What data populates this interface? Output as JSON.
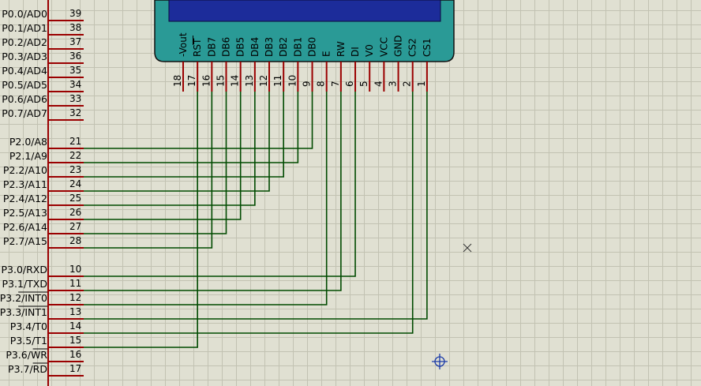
{
  "mcu": {
    "port0": [
      {
        "label": "P0.0/AD0",
        "pin": "39"
      },
      {
        "label": "P0.1/AD1",
        "pin": "38"
      },
      {
        "label": "P0.2/AD2",
        "pin": "37"
      },
      {
        "label": "P0.3/AD3",
        "pin": "36"
      },
      {
        "label": "P0.4/AD4",
        "pin": "35"
      },
      {
        "label": "P0.5/AD5",
        "pin": "34"
      },
      {
        "label": "P0.6/AD6",
        "pin": "33"
      },
      {
        "label": "P0.7/AD7",
        "pin": "32"
      }
    ],
    "port2": [
      {
        "label": "P2.0/A8",
        "pin": "21"
      },
      {
        "label": "P2.1/A9",
        "pin": "22"
      },
      {
        "label": "P2.2/A10",
        "pin": "23"
      },
      {
        "label": "P2.3/A11",
        "pin": "24"
      },
      {
        "label": "P2.4/A12",
        "pin": "25"
      },
      {
        "label": "P2.5/A13",
        "pin": "26"
      },
      {
        "label": "P2.6/A14",
        "pin": "27"
      },
      {
        "label": "P2.7/A15",
        "pin": "28"
      }
    ],
    "port3": [
      {
        "label": "P3.0/RXD",
        "pin": "10"
      },
      {
        "label": "P3.1/TXD",
        "pin": "11"
      },
      {
        "label": "P3.2/INT0",
        "pin": "12"
      },
      {
        "label": "P3.3/INT1",
        "pin": "13"
      },
      {
        "label": "P3.4/T0",
        "pin": "14"
      },
      {
        "label": "P3.5/T1",
        "pin": "15"
      },
      {
        "label": "P3.6/WR",
        "pin": "16"
      },
      {
        "label": "P3.7/RD",
        "pin": "17"
      }
    ]
  },
  "lcd": {
    "pins": [
      {
        "label": "-Vout",
        "num": "18"
      },
      {
        "label": "RST",
        "num": "17"
      },
      {
        "label": "DB7",
        "num": "16"
      },
      {
        "label": "DB6",
        "num": "15"
      },
      {
        "label": "DB5",
        "num": "14"
      },
      {
        "label": "DB4",
        "num": "13"
      },
      {
        "label": "DB3",
        "num": "12"
      },
      {
        "label": "DB2",
        "num": "11"
      },
      {
        "label": "DB1",
        "num": "10"
      },
      {
        "label": "DB0",
        "num": "9"
      },
      {
        "label": "E",
        "num": "8"
      },
      {
        "label": "RW",
        "num": "7"
      },
      {
        "label": "DI",
        "num": "6"
      },
      {
        "label": "V0",
        "num": "5"
      },
      {
        "label": "VCC",
        "num": "4"
      },
      {
        "label": "GND",
        "num": "3"
      },
      {
        "label": "CS2",
        "num": "2"
      },
      {
        "label": "CS1",
        "num": "1"
      }
    ]
  },
  "colors": {
    "wire": "#004a00",
    "pin_stub": "#9a0000",
    "lcd_body": "#2a9a96",
    "lcd_screen": "#1c2c9a",
    "background": "#e0e0d2",
    "grid": "#c2c2b2"
  },
  "cursor_icons": [
    "close-x-icon",
    "crosshair-target-icon"
  ]
}
